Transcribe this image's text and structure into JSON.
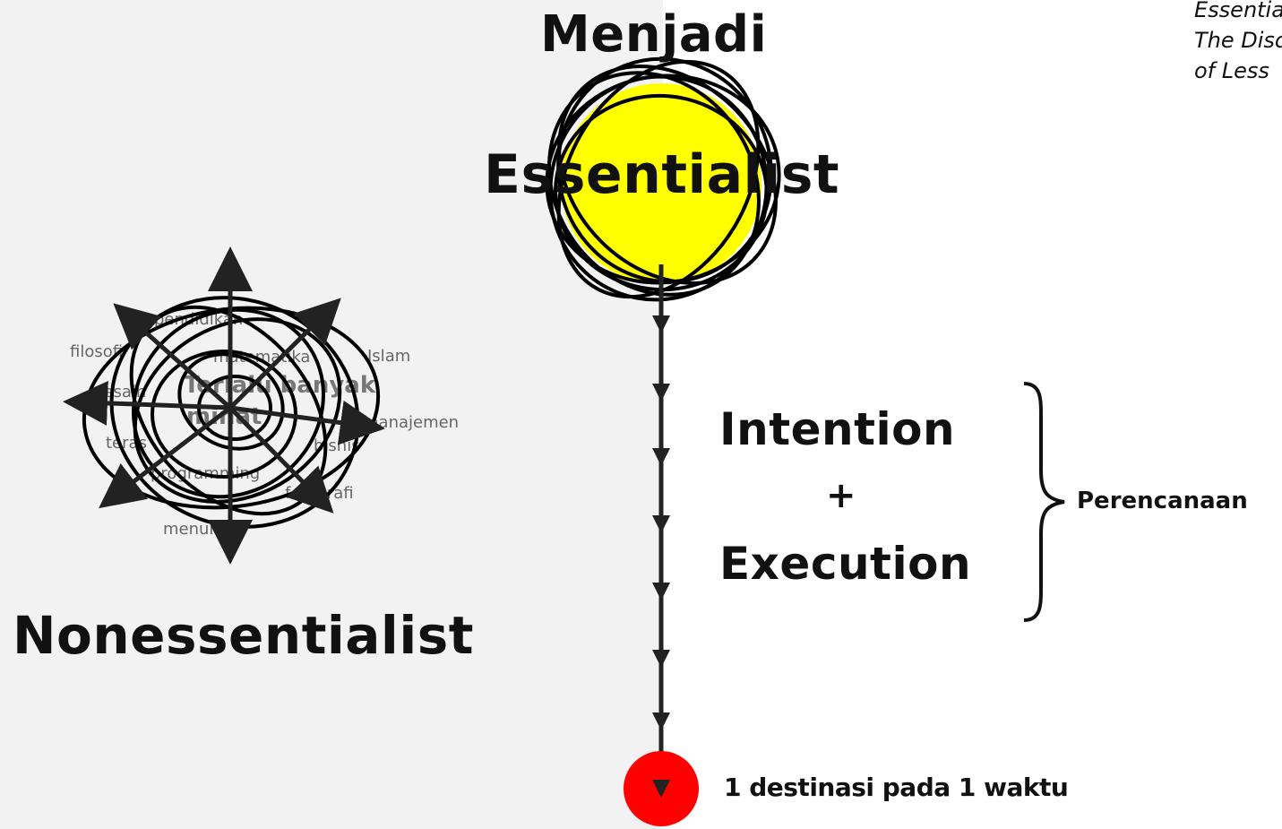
{
  "headings": {
    "menjadi": "Menjadi",
    "essentialist": "Essentialist",
    "nonessentialist": "Nonessentialist"
  },
  "formula": {
    "intention": "Intention",
    "plus": "+",
    "execution": "Execution",
    "brace_label": "Perencanaan"
  },
  "destination": "1 destinasi pada 1 waktu",
  "quote_lines": [
    "Essentialism:",
    "The Disciplined Pursuit",
    "of Less"
  ],
  "topics": {
    "pendidikan": "pendidikan",
    "filosofi": "filosofi",
    "islam": "Islam",
    "desain": "desain",
    "manajemen": "manajemen",
    "teras": "teras",
    "programming": "programming",
    "fotografi": "fotografi",
    "menulis": "menulis",
    "matematika": "matematika",
    "banyak": "Terlalu banyak",
    "minat": "minat",
    "bisnis": "bisnis"
  },
  "colors": {
    "left_panel": "#f2f2f2",
    "highlight_circle": "#ffff00",
    "destination_dot": "#ff0000",
    "ink": "#111111"
  }
}
